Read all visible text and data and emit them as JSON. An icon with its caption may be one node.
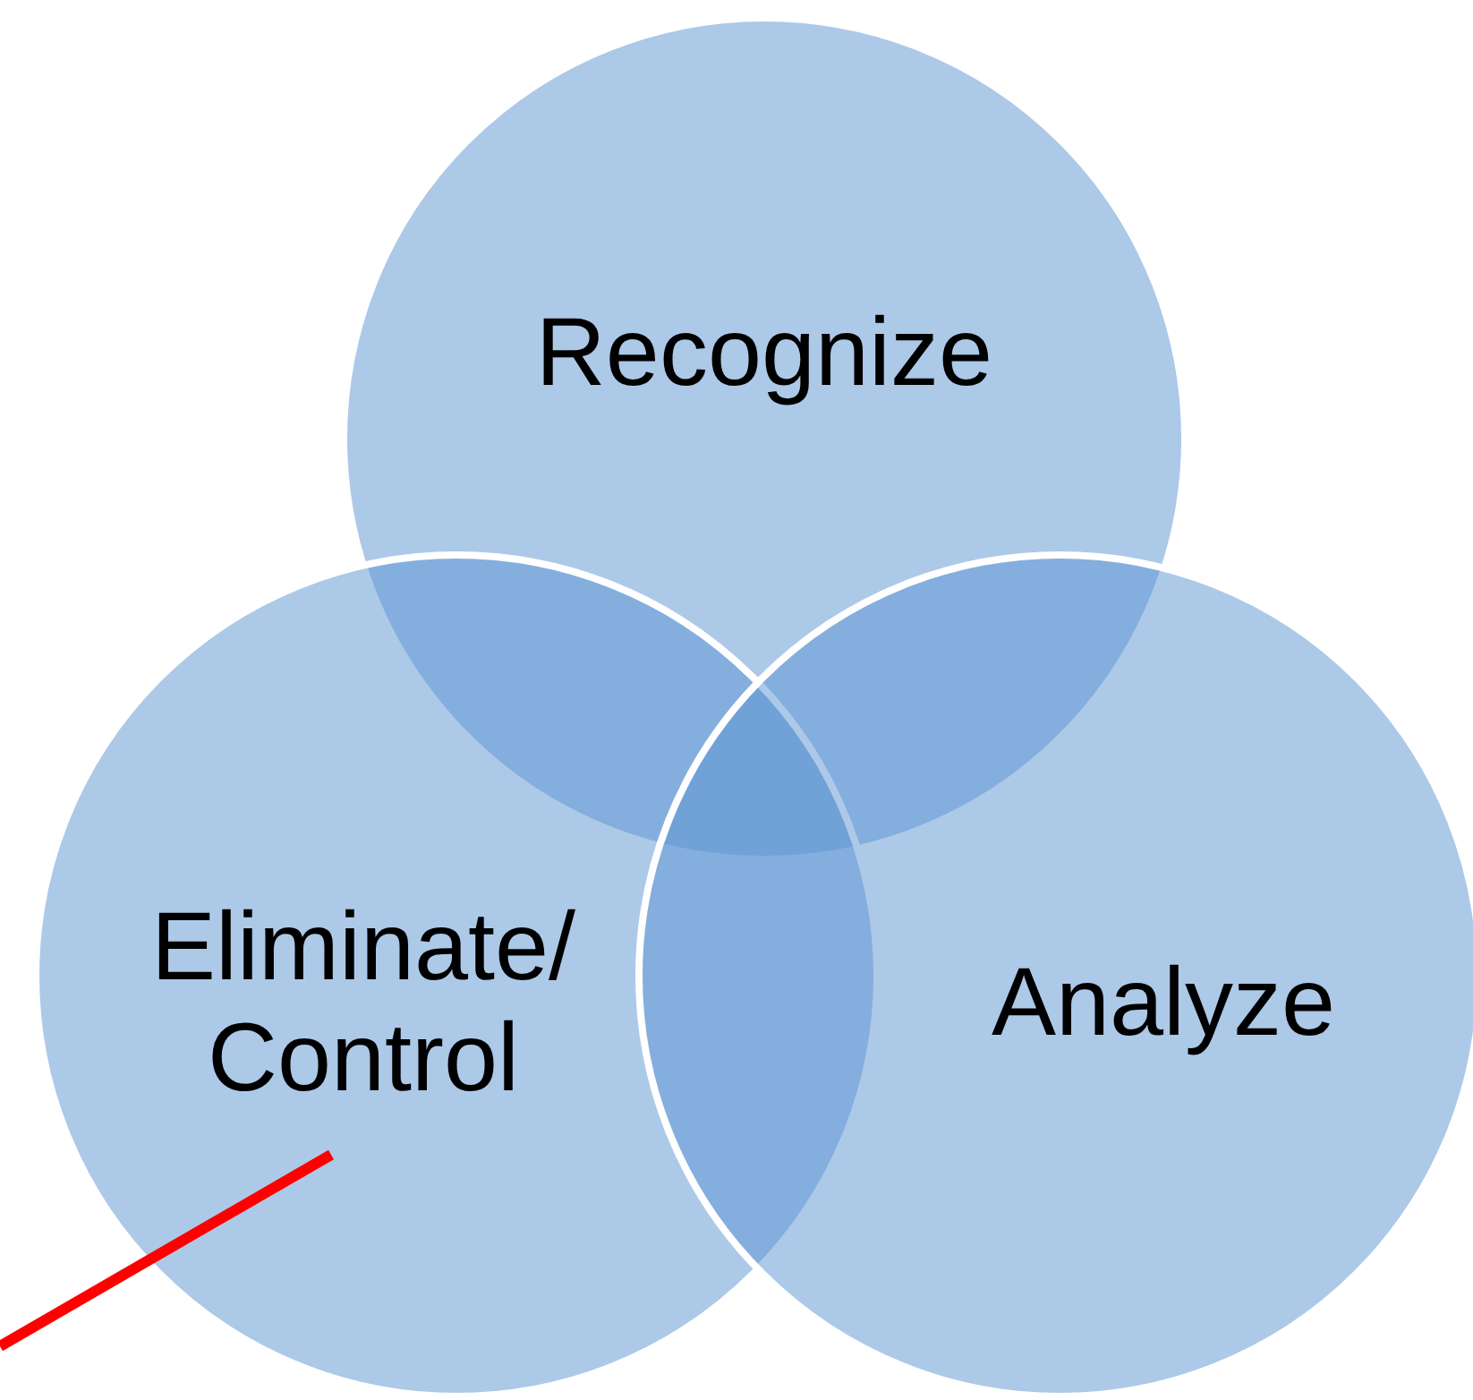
{
  "diagram": {
    "nodes": [
      {
        "text": [
          "Recognize"
        ]
      },
      {
        "text": [
          "Eliminate/ Control"
        ]
      },
      {
        "text": [
          "Analyze"
        ]
      }
    ],
    "edges": [
      {
        "from": null,
        "to": 1,
        "arrow": "none",
        "color": "#ff0000"
      }
    ]
  }
}
